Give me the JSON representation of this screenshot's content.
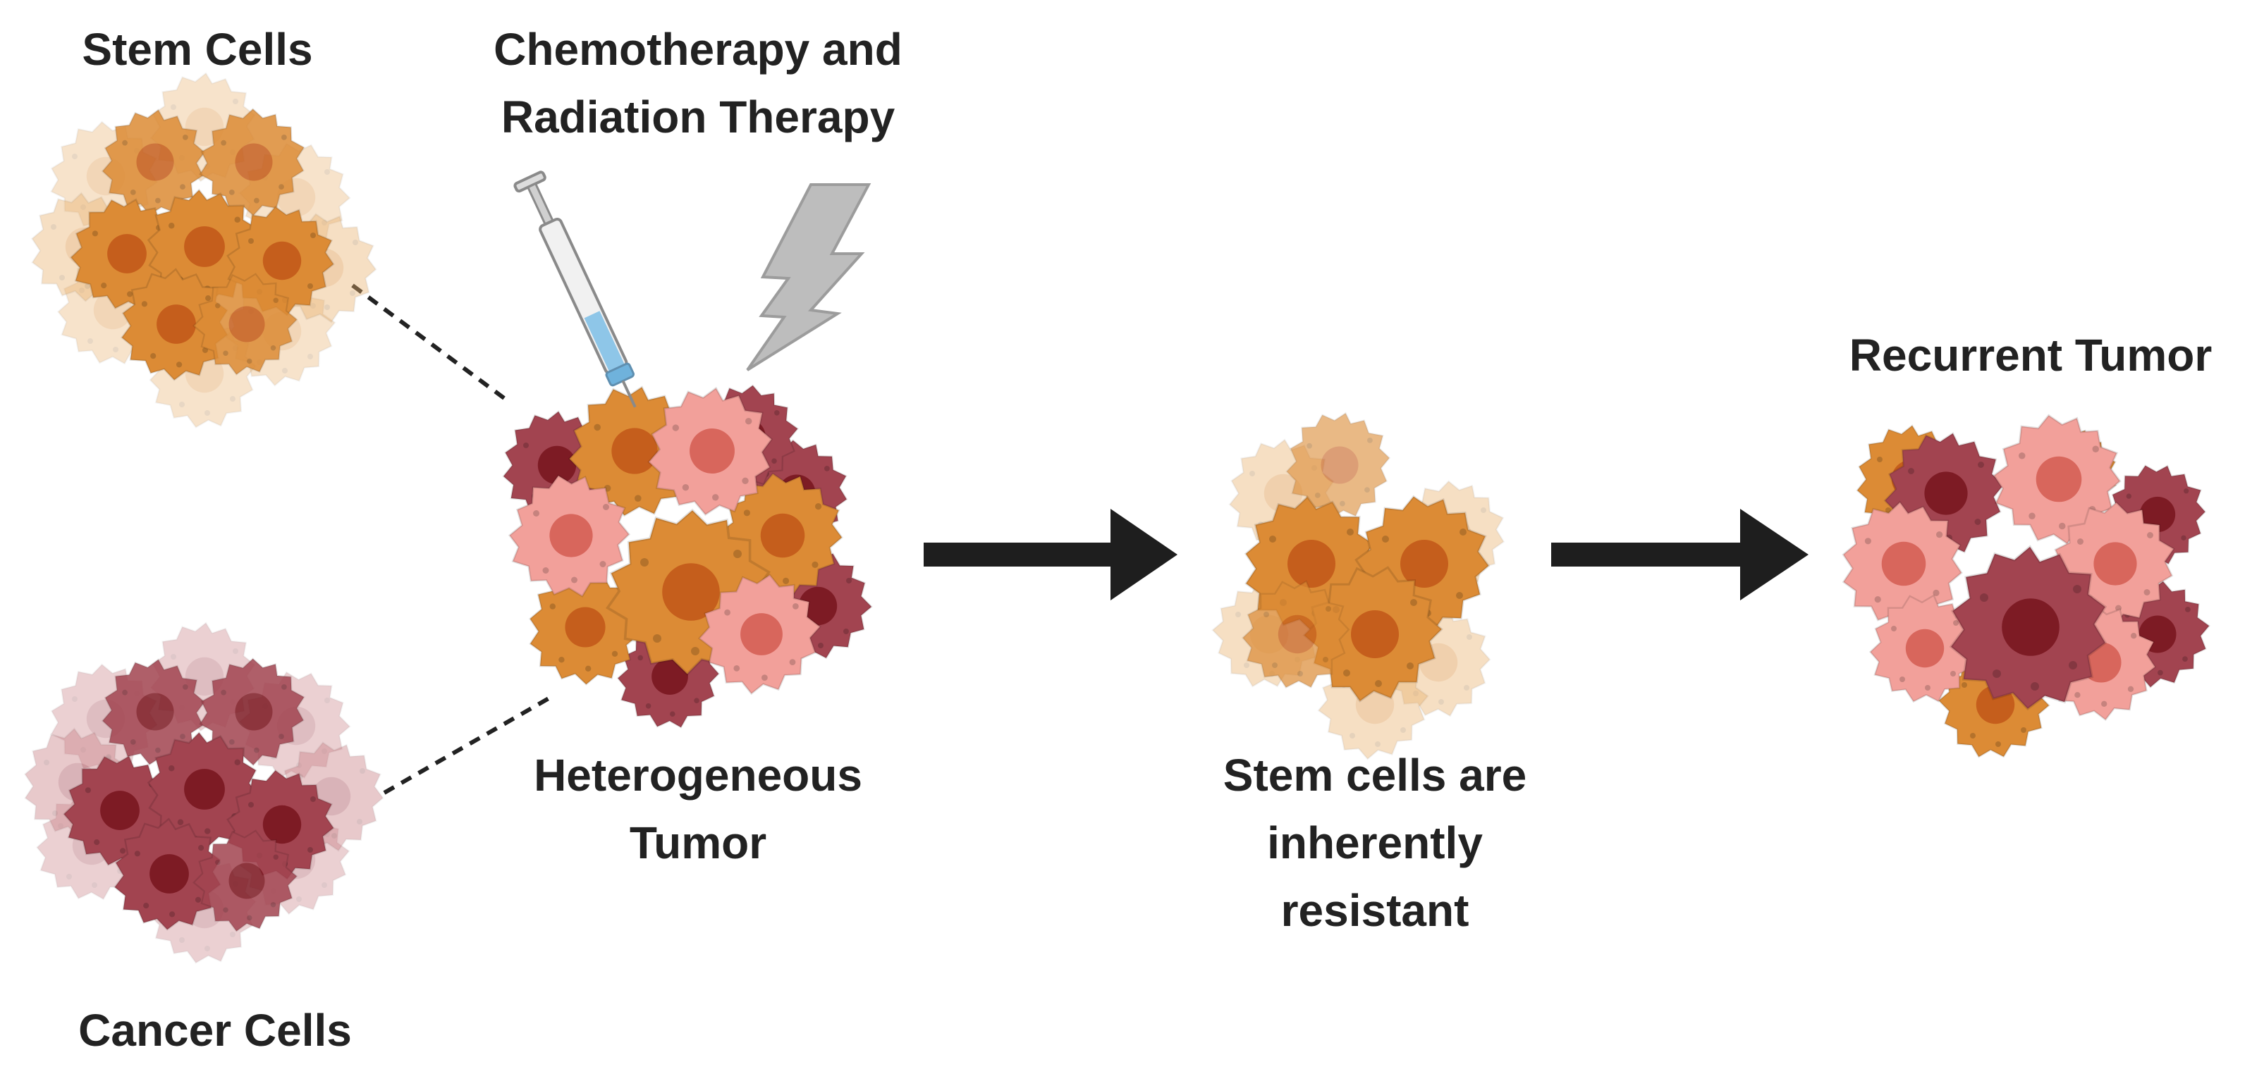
{
  "labels": {
    "stem_cells": "Stem Cells",
    "cancer_cells": "Cancer Cells",
    "therapy_line1": "Chemotherapy and",
    "therapy_line2": "Radiation Therapy",
    "heterogeneous_line1": "Heterogeneous",
    "heterogeneous_line2": "Tumor",
    "resistant_line1": "Stem cells are",
    "resistant_line2": "inherently",
    "resistant_line3": "resistant",
    "recurrent_tumor": "Recurrent Tumor"
  },
  "icons": {
    "syringe": "syringe-icon",
    "lightning": "lightning-bolt-icon",
    "arrow": "right-arrow-icon"
  },
  "colors": {
    "stem_cell": "#dc8b35",
    "stem_cell_light": "#e9b06c",
    "stem_nucleus": "#c55e1c",
    "cancer_cell": "#a24450",
    "cancer_cell_light": "#c87a80",
    "cancer_nucleus": "#7d1b24",
    "pink_cell": "#f2a09a",
    "pink_nucleus": "#d8665c",
    "arrow": "#1e1e1e",
    "lightning": "#b9b9b9",
    "syringe_fluid": "#6fb2dc"
  }
}
